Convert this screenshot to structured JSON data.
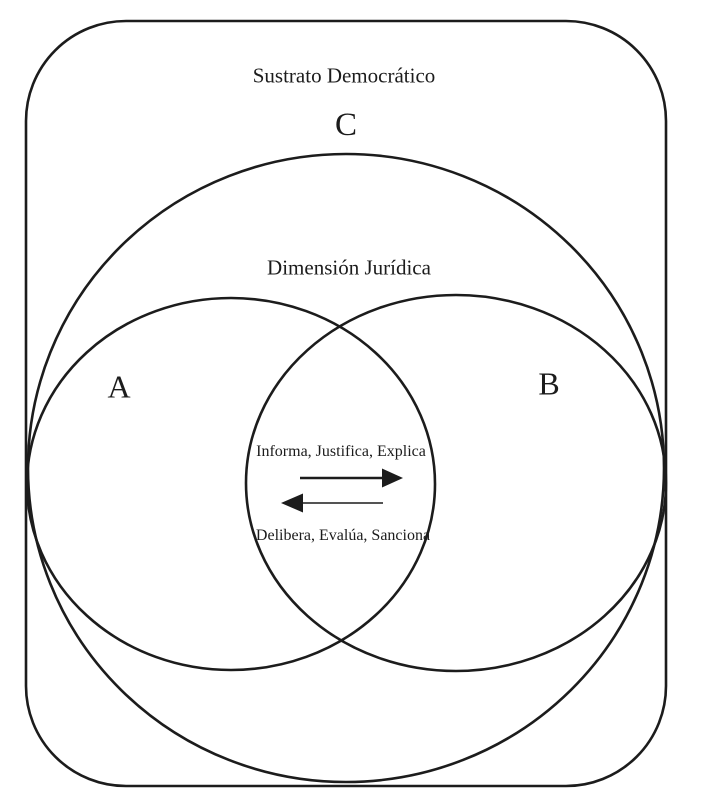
{
  "diagram": {
    "outer_container_label": "Sustrato Democrático",
    "set_c_label": "C",
    "set_c_sublabel": "Dimensión Jurídica",
    "set_a_label": "A",
    "set_b_label": "B",
    "exchange": {
      "forward_text": "Informa, Justifica, Explica",
      "backward_text": "Delibera, Evalúa, Sanciona"
    },
    "icons": {
      "forward": "right-arrow-icon",
      "backward": "left-arrow-icon"
    },
    "colors": {
      "stroke": "#1c1c1c",
      "background": "#ffffff",
      "text": "#1c1c1c"
    }
  }
}
